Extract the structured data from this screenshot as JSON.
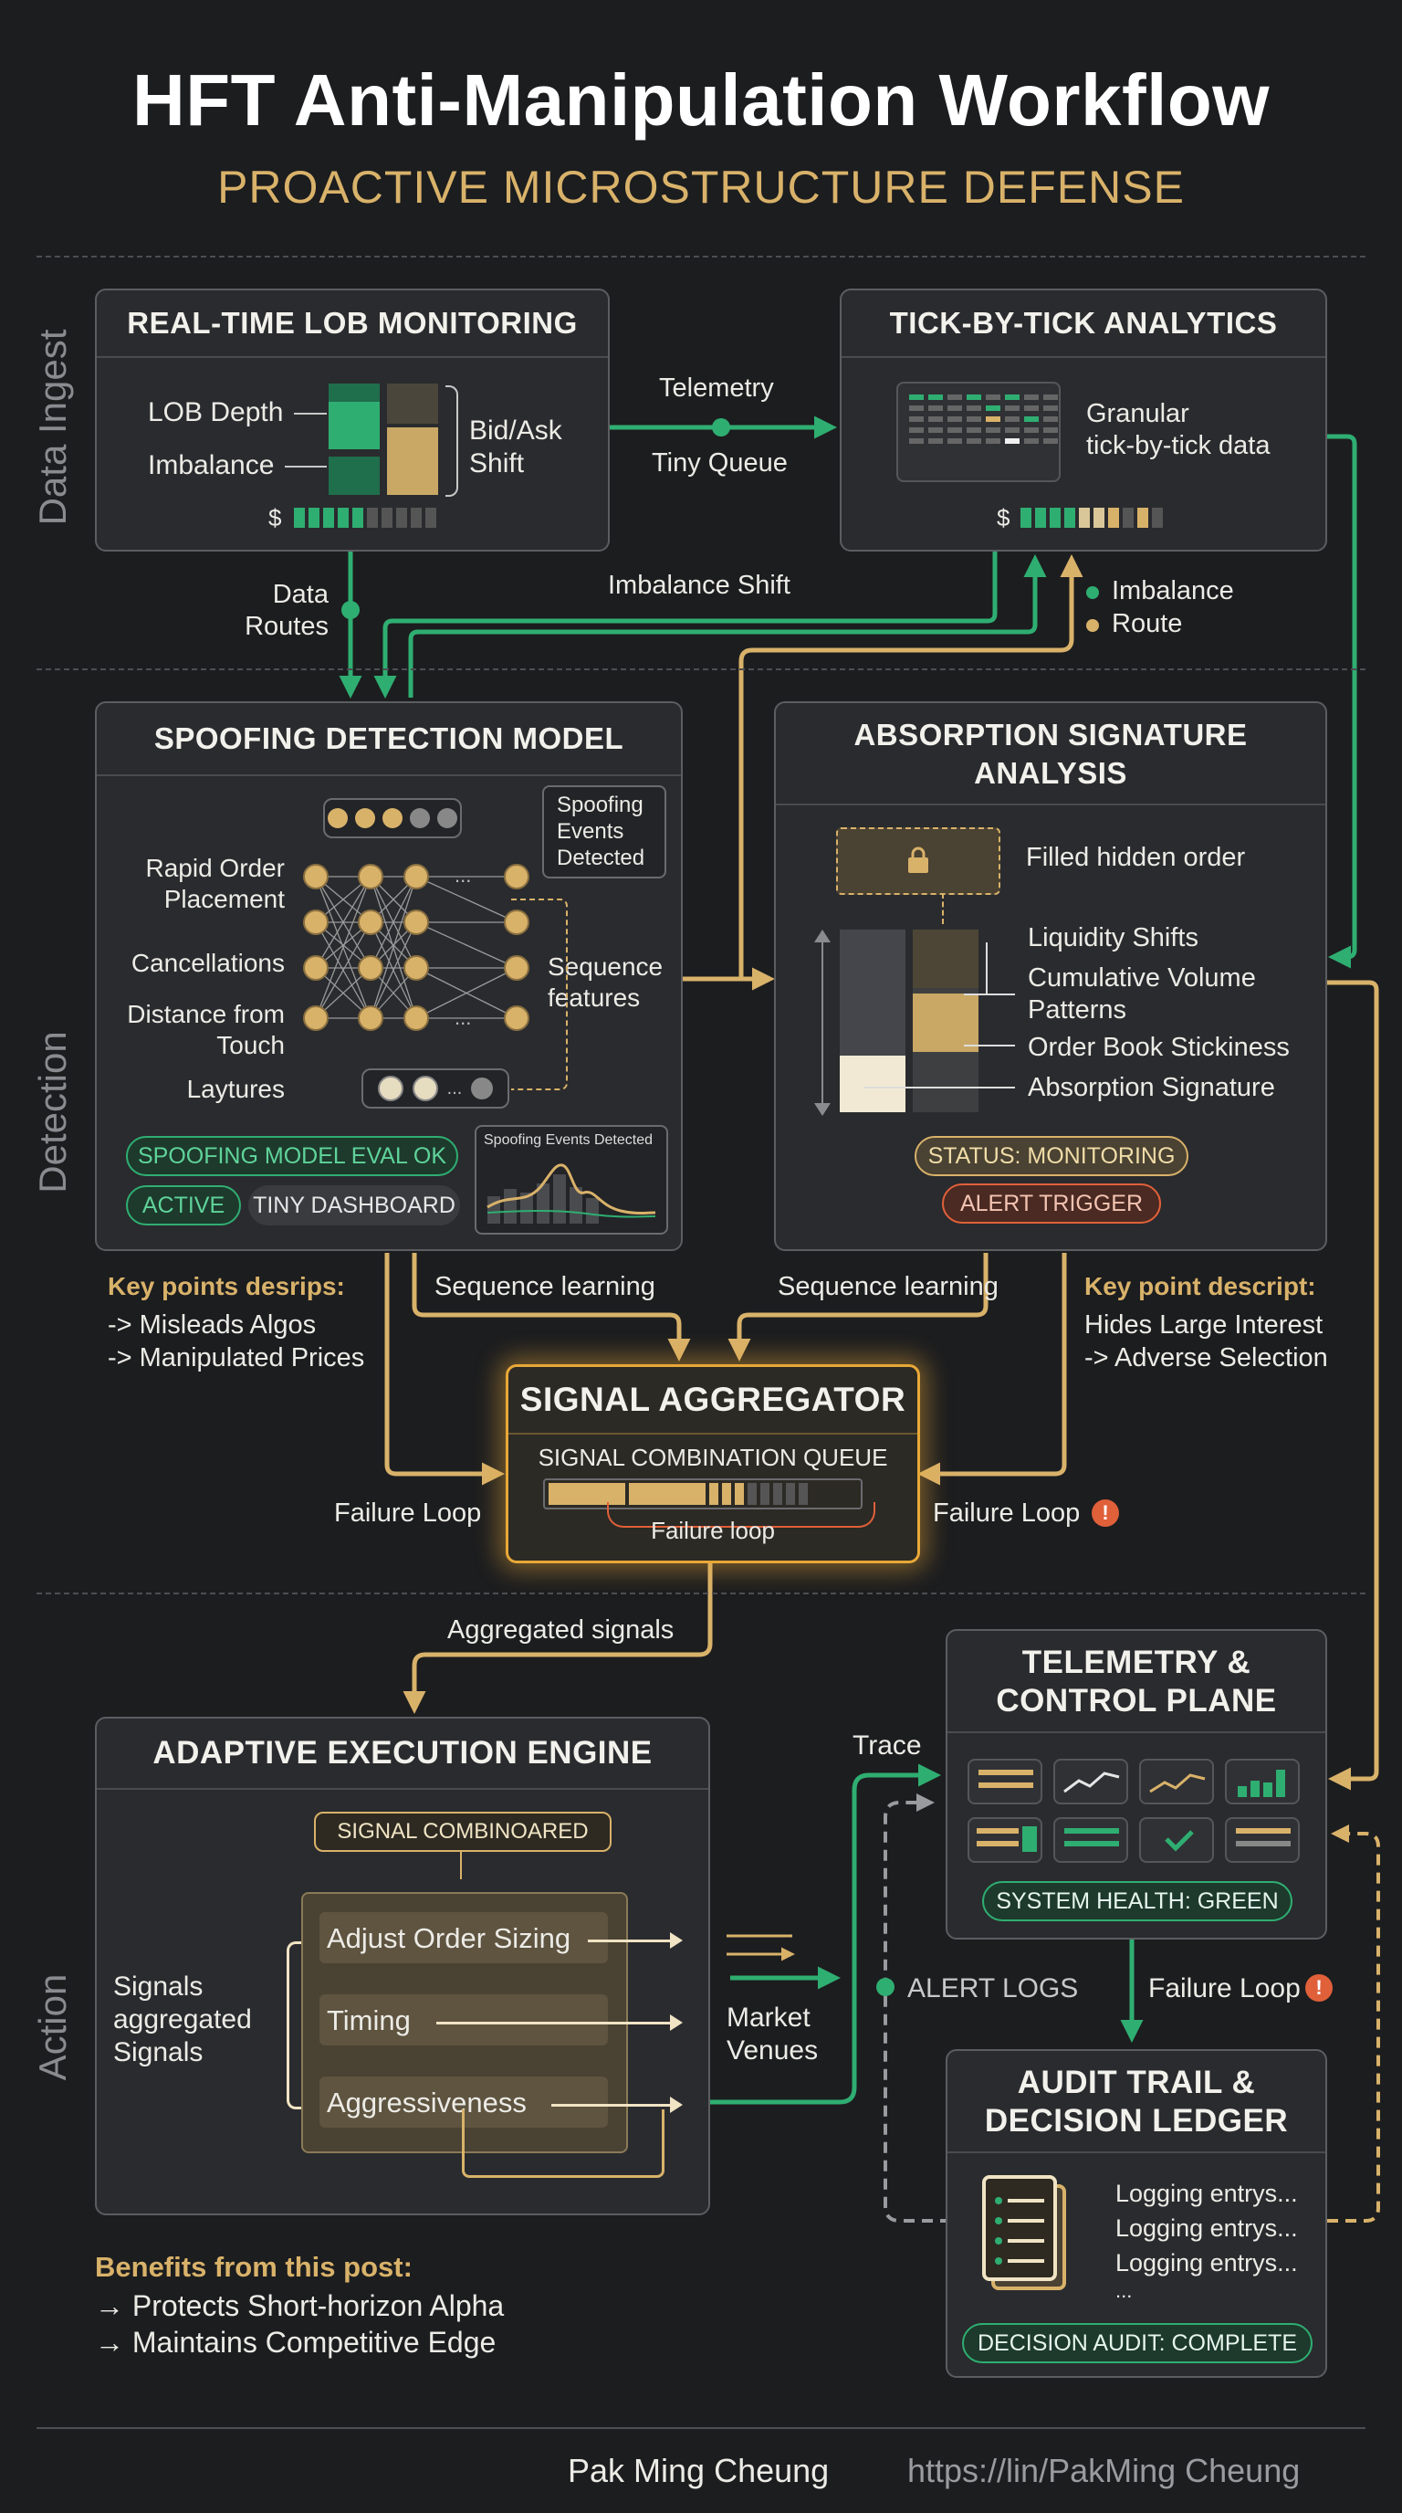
{
  "header": {
    "title": "HFT Anti-Manipulation Workflow",
    "subtitle": "PROACTIVE MICROSTRUCTURE DEFENSE"
  },
  "sections": [
    "Data Ingest",
    "Detection",
    "Action"
  ],
  "colors": {
    "green": "#2fae72",
    "gold": "#d9b26a",
    "red": "#e0603a",
    "bg": "#1c1d1f",
    "panel": "#2a2b2e"
  },
  "lob": {
    "title": "REAL-TIME LOB MONITORING",
    "lob_depth": "LOB Depth",
    "imbalance": "Imbalance",
    "bid_ask": "Bid/Ask\nShift",
    "dollar": "$"
  },
  "tick": {
    "title": "TICK-BY-TICK ANALYTICS",
    "desc": "Granular\ntick-by-tick data",
    "dollar": "$"
  },
  "flows": {
    "telemetry": "Telemetry",
    "tiny_queue": "Tiny Queue",
    "data_routes": "Data\nRoutes",
    "imbalance_shift": "Imbalance Shift",
    "imbalance_legend": "Imbalance",
    "route_legend": "Route",
    "seq_learning_left": "Sequence learning",
    "seq_learning_right": "Sequence learning",
    "failure_loop_left": "Failure Loop",
    "failure_loop_right": "Failure Loop",
    "aggregated_signals": "Aggregated signals",
    "trace": "Trace",
    "market_venues": "Market\nVenues",
    "alert_logs": "ALERT LOGS",
    "failure_loop_ctrl": "Failure Loop",
    "alert_icon": "!"
  },
  "spoof": {
    "title": "SPOOFING DETECTION MODEL",
    "events_box": "Spoofing\nEvents\nDetected",
    "inputs": [
      "Rapid Order\nPlacement",
      "Cancellations",
      "Distance from\nTouch",
      "Laytures"
    ],
    "sequence_features": "Sequence\nfeatures",
    "eval_ok": "SPOOFING MODEL EVAL OK",
    "active": "ACTIVE",
    "tiny_dashboard": "TINY DASHBOARD",
    "mini_chart_title": "Spoofing Events Detected",
    "dots": "..."
  },
  "absorb": {
    "title": "ABSORPTION SIGNATURE\nANALYSIS",
    "hidden_order": "Filled hidden order",
    "labels": [
      "Liquidity Shifts",
      "Cumulative Volume\nPatterns",
      "Order Book Stickiness",
      "Absorption Signature"
    ],
    "status": "STATUS: MONITORING",
    "alert": "ALERT TRIGGER"
  },
  "keypoints_left": {
    "heading": "Key points desrips:",
    "items": [
      "-> Misleads Algos",
      "-> Manipulated Prices"
    ]
  },
  "keypoints_right": {
    "heading": "Key point descript:",
    "items": [
      "Hides Large Interest",
      "-> Adverse Selection"
    ]
  },
  "aggregator": {
    "title": "SIGNAL AGGREGATOR",
    "queue": "SIGNAL COMBINATION QUEUE",
    "loop": "Failure loop"
  },
  "engine": {
    "title": "ADAPTIVE EXECUTION ENGINE",
    "tag": "SIGNAL COMBINOARED",
    "inputs": "Signals\naggregated\nSignals",
    "rows": [
      "Adjust Order Sizing",
      "Timing",
      "Aggressiveness"
    ]
  },
  "control": {
    "title": "TELEMETRY &\nCONTROL PLANE",
    "health": "SYSTEM HEALTH: GREEN"
  },
  "audit": {
    "title": "AUDIT TRAIL &\nDECISION LEDGER",
    "entries": [
      "Logging entrys...",
      "Logging entrys...",
      "Logging entrys...",
      "..."
    ],
    "status": "DECISION AUDIT: COMPLETE"
  },
  "benefits": {
    "heading": "Benefits from this post:",
    "items": [
      "→ Protects Short-horizon Alpha",
      "→ Maintains Competitive Edge"
    ]
  },
  "footer": {
    "author": "Pak Ming Cheung",
    "url": "https://lin/PakMing Cheung"
  }
}
